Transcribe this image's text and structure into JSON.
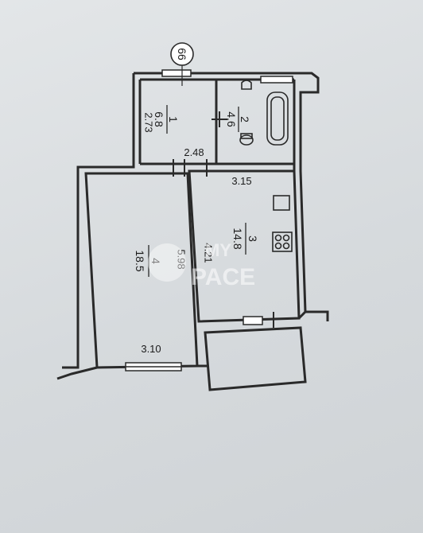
{
  "axis_marker": "66",
  "rooms": [
    {
      "number": "1",
      "area": "6.8",
      "dim": "2.73"
    },
    {
      "number": "2",
      "area": "4.6"
    },
    {
      "number": "3",
      "area": "14.8",
      "dim": "4.21"
    },
    {
      "number": "4",
      "area": "18.5",
      "dim": "5.98"
    }
  ],
  "dims": {
    "corridor_width": "2.48",
    "kitchen_width": "3.15",
    "room4_width": "3.10"
  },
  "watermark": {
    "line1": "MY",
    "line2": "PACE"
  }
}
